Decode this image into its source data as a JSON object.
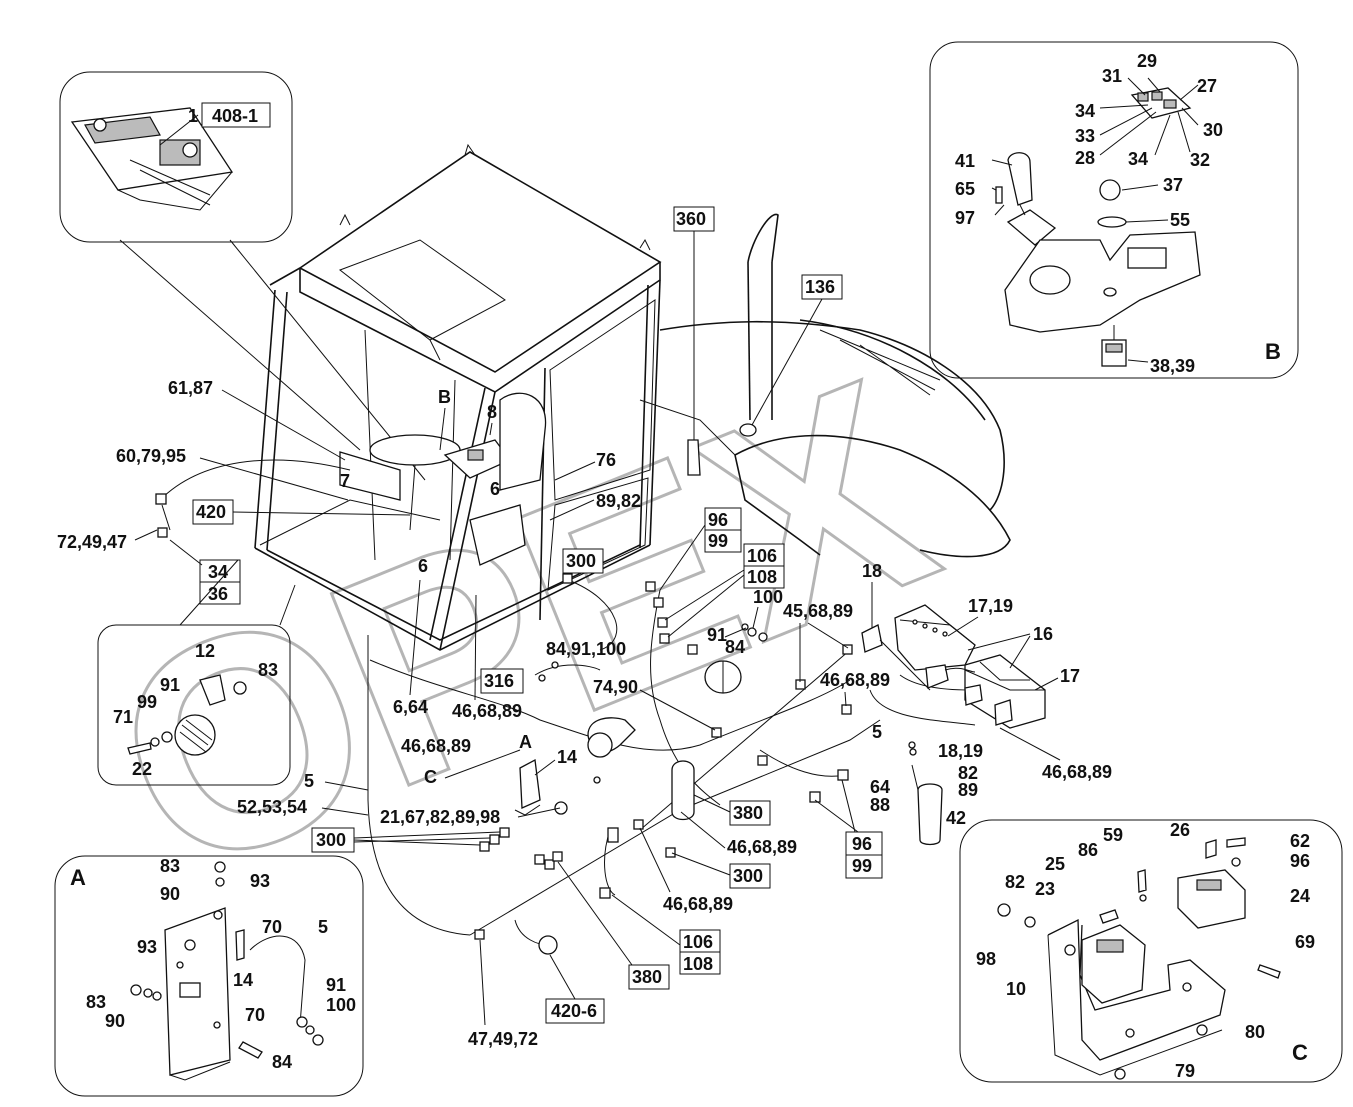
{
  "watermark": "OPEX",
  "labels": {
    "l408_1": "408-1",
    "l1": "1",
    "l360": "360",
    "l136": "136",
    "l29": "29",
    "l31": "31",
    "l27": "27",
    "l34a": "34",
    "l30": "30",
    "l33": "33",
    "l28": "28",
    "l34b": "34",
    "l32": "32",
    "l41": "41",
    "l65": "65",
    "l97": "97",
    "l37": "37",
    "l55": "55",
    "l38_39": "38,39",
    "lB_view": "B",
    "l61_87": "61,87",
    "l8": "8",
    "lB": "B",
    "l76": "76",
    "l60_79_95": "60,79,95",
    "l7": "7",
    "l6a": "6",
    "l89_82": "89,82",
    "l420": "420",
    "l72_49_47": "72,49,47",
    "l6b": "6",
    "l34c": "34",
    "l36": "36",
    "l96a": "96",
    "l99a": "99",
    "l300a": "300",
    "l106a": "106",
    "l108a": "108",
    "l18": "18",
    "l100a": "100",
    "l45_68_89": "45,68,89",
    "l17_19": "17,19",
    "l91a": "91",
    "l84a": "84",
    "l16": "16",
    "l17": "17",
    "l316": "316",
    "l84_91_100": "84,91,100",
    "l74_90": "74,90",
    "l12": "12",
    "l83a": "83",
    "l91b": "91",
    "l99b": "99",
    "l71": "71",
    "l22": "22",
    "l6_64": "6,64",
    "l46_68_89a": "46,68,89",
    "l46_68_89b": "46,68,89",
    "l46_68_89c": "46,68,89",
    "l5a": "5",
    "lA": "A",
    "l14a": "14",
    "lC": "C",
    "l18_19": "18,19",
    "l82a": "82",
    "l64": "64",
    "l88": "88",
    "l89": "89",
    "l46_68_89d": "46,68,89",
    "l42": "42",
    "l5b": "5",
    "l52_53_54": "52,53,54",
    "l21_67": "21,67,82,89,98",
    "l380a": "380",
    "l300b": "300",
    "l46_68_89e": "46,68,89",
    "l300c": "300",
    "l96b": "96",
    "l99c": "99",
    "l46_68_89f": "46,68,89",
    "l106b": "106",
    "l108b": "108",
    "l380b": "380",
    "l420_6": "420-6",
    "l47_49_72": "47,49,72",
    "lA_view": "A",
    "l83b": "83",
    "l93a": "93",
    "l90a": "90",
    "l70a": "70",
    "l5c": "5",
    "l93b": "93",
    "l14b": "14",
    "l83c": "83",
    "l90b": "90",
    "l91c": "91",
    "l100b": "100",
    "l70b": "70",
    "l84b": "84",
    "l26": "26",
    "l62": "62",
    "l59": "59",
    "l86": "86",
    "l96c": "96",
    "l82b": "82",
    "l25": "25",
    "l23": "23",
    "l24": "24",
    "l69": "69",
    "l98": "98",
    "l10": "10",
    "l80": "80",
    "lC_view": "C",
    "l79": "79"
  }
}
